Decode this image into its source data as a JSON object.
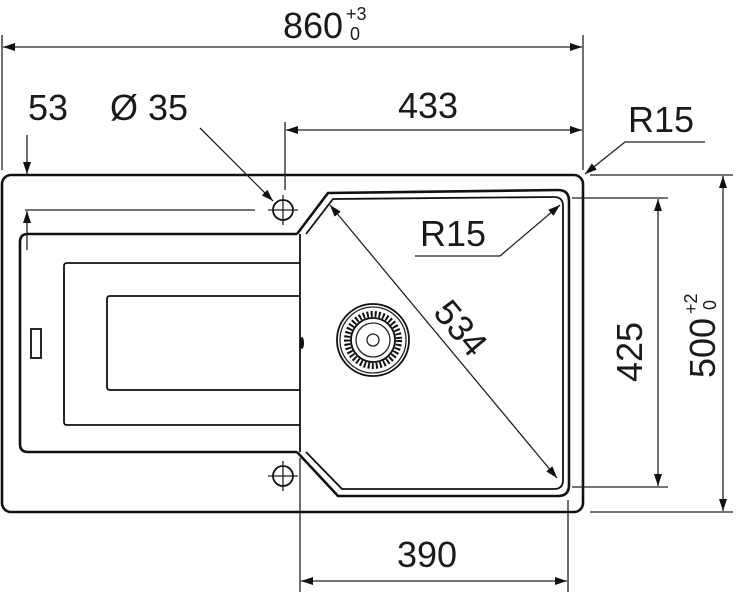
{
  "drawing": {
    "overall_width": {
      "value": "860",
      "tol_upper": "+3",
      "tol_lower": "0"
    },
    "edge_to_hole": {
      "value": "53"
    },
    "hole_diameter": {
      "value": "Ø 35"
    },
    "hole_to_right_edge": {
      "value": "433"
    },
    "outer_radius": {
      "value": "R15"
    },
    "bowl_radius": {
      "value": "R15"
    },
    "bowl_diagonal": {
      "value": "534"
    },
    "bowl_depth": {
      "value": "425"
    },
    "overall_depth": {
      "value": "500",
      "tol_upper": "+2",
      "tol_lower": "0"
    },
    "bowl_width": {
      "value": "390"
    }
  }
}
